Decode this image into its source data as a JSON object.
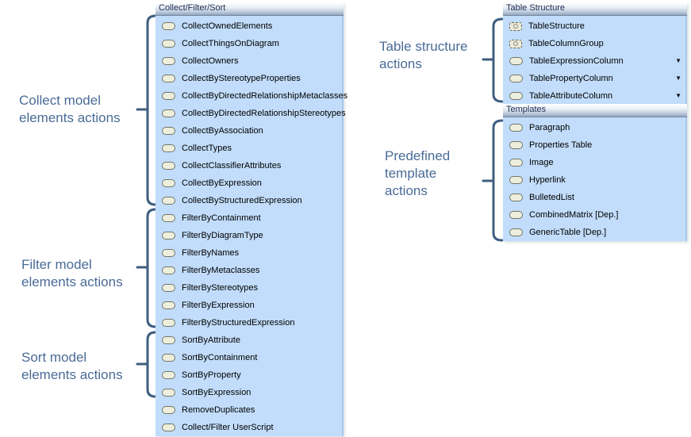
{
  "panels": {
    "collect_filter_sort": {
      "title": "Collect/Filter/Sort",
      "items": [
        "CollectOwnedElements",
        "CollectThingsOnDiagram",
        "CollectOwners",
        "CollectByStereotypeProperties",
        "CollectByDirectedRelationshipMetaclasses",
        "CollectByDirectedRelationshipStereotypes",
        "CollectByAssociation",
        "CollectTypes",
        "CollectClassifierAttributes",
        "CollectByExpression",
        "CollectByStructuredExpression",
        "FilterByContainment",
        "FilterByDiagramType",
        "FilterByNames",
        "FilterByMetaclasses",
        "FilterByStereotypes",
        "FilterByExpression",
        "FilterByStructuredExpression",
        "SortByAttribute",
        "SortByContainment",
        "SortByProperty",
        "SortByExpression",
        "RemoveDuplicates",
        "Collect/Filter UserScript"
      ]
    },
    "table_structure": {
      "title": "Table Structure",
      "items": [
        {
          "label": "TableStructure",
          "icon": "group-dashed-icon",
          "has_menu": false
        },
        {
          "label": "TableColumnGroup",
          "icon": "group-dashed-icon",
          "has_menu": false
        },
        {
          "label": "TableExpressionColumn",
          "icon": "action-stadium-icon",
          "has_menu": true
        },
        {
          "label": "TablePropertyColumn",
          "icon": "action-stadium-icon",
          "has_menu": true
        },
        {
          "label": "TableAttributeColumn",
          "icon": "action-stadium-icon",
          "has_menu": true
        }
      ]
    },
    "templates": {
      "title": "Templates",
      "items": [
        "Paragraph",
        "Properties Table",
        "Image",
        "Hyperlink",
        "BulletedList",
        "CombinedMatrix [Dep.]",
        "GenericTable [Dep.]"
      ]
    }
  },
  "annotations": {
    "collect": "Collect model elements actions",
    "filter": "Filter model elements actions",
    "sort": "Sort model elements actions",
    "table": "Table structure actions",
    "templates": "Predefined template actions"
  },
  "icons": {
    "dropdown_glyph": "▼"
  },
  "colors": {
    "panel_body": "#c2ddfb",
    "header_gradient_bottom": "#8fa4bd",
    "header_text": "#1b2c52",
    "item_icon_fill": "#eeeedc",
    "item_icon_border": "#72766a",
    "annotation_text": "#4a6b97",
    "bracket": "#3e5e80"
  }
}
